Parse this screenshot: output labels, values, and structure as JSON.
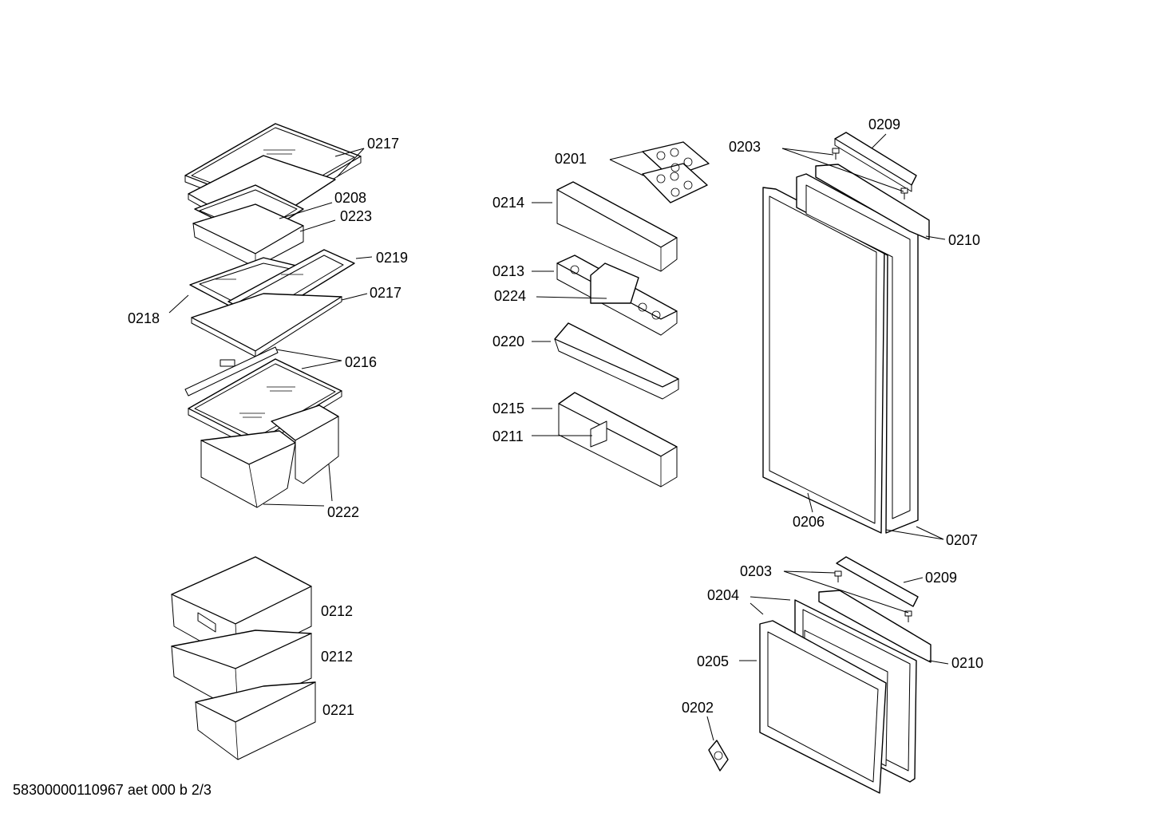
{
  "diagram": {
    "labels": [
      "0217",
      "0208",
      "0223",
      "0219",
      "0217",
      "0218",
      "0216",
      "0222",
      "0212",
      "0212",
      "0221",
      "0201",
      "0214",
      "0213",
      "0224",
      "0220",
      "0215",
      "0211",
      "0209",
      "0203",
      "0210",
      "0206",
      "0207",
      "0203",
      "0209",
      "0204",
      "0205",
      "0210",
      "0202"
    ]
  },
  "footer": {
    "text": "58300000110967 aet 000 b 2/3"
  }
}
